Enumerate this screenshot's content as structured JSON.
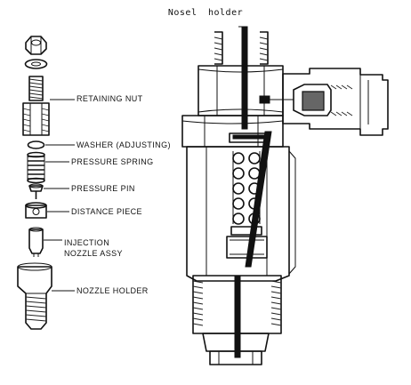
{
  "diagram": {
    "title": "Nosel   holder",
    "labels": {
      "retaining_nut": "RETAINING NUT",
      "washer": "WASHER (ADJUSTING)",
      "pressure_spring": "PRESSURE SPRING",
      "pressure_pin": "PRESSURE PIN",
      "distance_piece": "DISTANCE PIECE",
      "injection_line1": "INJECTION",
      "injection_line2": "NOZZLE ASSY",
      "nozzle_holder": "NOZZLE HOLDER"
    }
  }
}
